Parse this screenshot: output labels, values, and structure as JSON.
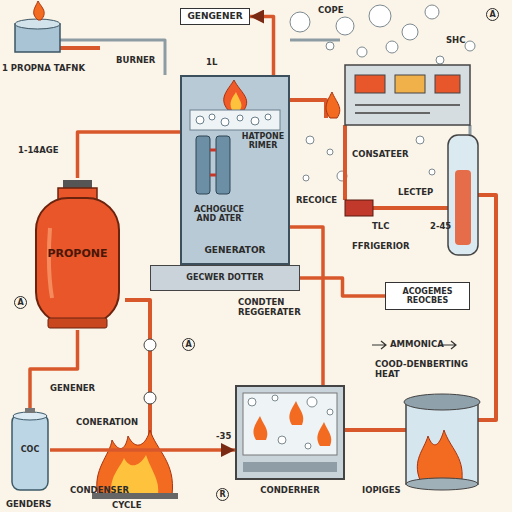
{
  "diagram": {
    "nodes": [
      {
        "text": [
          "GENGENER"
        ]
      },
      {
        "text": [
          "HATPONE RIMER",
          "ACHOGUCE AND ATER",
          "GENERATOR"
        ]
      },
      {
        "text": [
          "PROPONE"
        ]
      },
      {
        "text": [
          "GECWER DOTTER"
        ]
      },
      {
        "text": [
          "ACOGEMES REOCBES"
        ]
      },
      {
        "text": [
          "COC"
        ]
      },
      {
        "text": [
          "CONDERHER"
        ]
      }
    ],
    "edges": [
      {
        "from": 2,
        "to": 1,
        "arrow": "none"
      },
      {
        "from": 1,
        "to": 6,
        "arrow": "none"
      },
      {
        "from": 2,
        "to": 5,
        "arrow": "none"
      },
      {
        "from": 5,
        "to": 6,
        "arrow": "to"
      },
      {
        "from": 1,
        "to": 0,
        "arrow": "to"
      },
      {
        "from": 3,
        "to": 4,
        "arrow": "none"
      }
    ],
    "labels": [
      "COPE",
      "A",
      "SHC",
      "BURNER",
      "1L",
      "1 PROPNA TAFNK",
      "1-14AGE",
      "CONSATEER",
      "LECTEP",
      "RECOICE",
      "TLC",
      "2-45",
      "FFRIGERIOR",
      "A",
      "CONDTEN REGGERATER",
      "A",
      "AMMONICA",
      "COOD-DENBERTING HEAT",
      "GENENER",
      "CONERATION",
      "-35",
      "IOPIGES",
      "CONDENSER",
      "R",
      "GENDERS",
      "CYCLE"
    ]
  }
}
